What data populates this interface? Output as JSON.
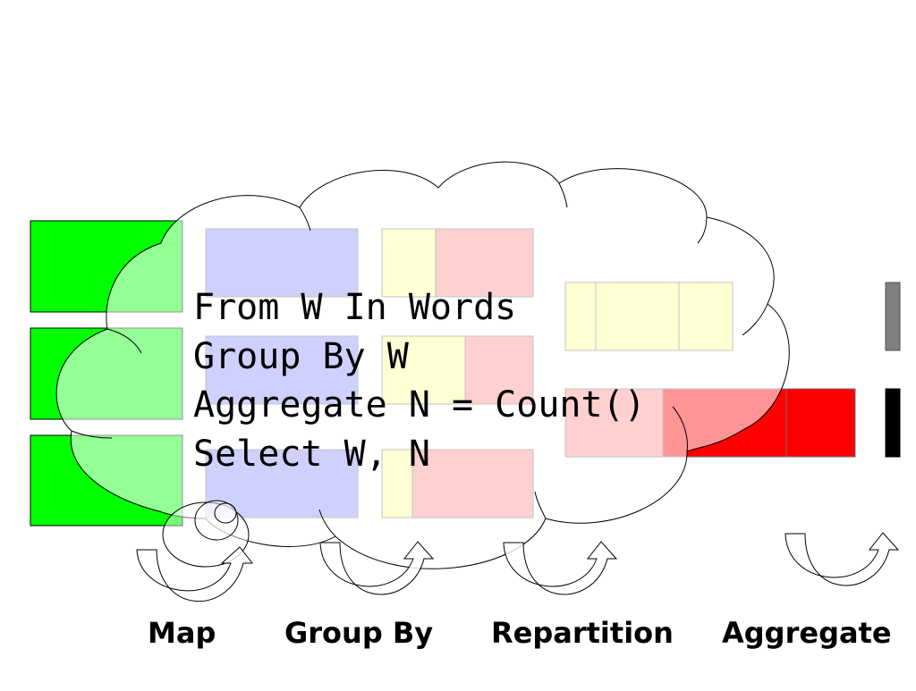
{
  "query": {
    "lines": [
      "From W In Words",
      "Group By W",
      "Aggregate N = Count()",
      "Select W, N"
    ]
  },
  "stages": [
    {
      "label": "Map"
    },
    {
      "label": "Group By"
    },
    {
      "label": "Repartition"
    },
    {
      "label": "Aggregate"
    }
  ],
  "colors": {
    "input_partition": "#00ff00",
    "mapped": "#9090ff",
    "group_yellow": "#ffff99",
    "group_red": "#ff9090",
    "aggregate_red": "#ff0000",
    "output_gray": "#808080",
    "output_black": "#000000"
  }
}
